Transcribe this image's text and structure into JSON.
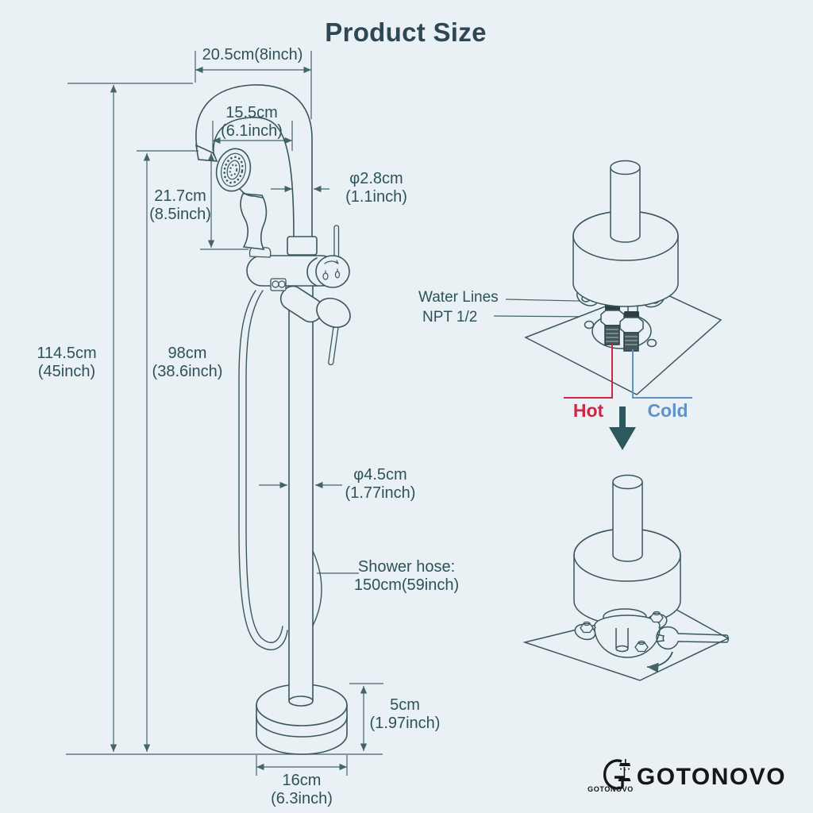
{
  "title": "Product Size",
  "labels": {
    "top_width": {
      "text": "20.5cm(8inch)"
    },
    "inner_width": {
      "line1": "15.5cm",
      "line2": "(6.1inch)"
    },
    "upper_pipe_diameter": {
      "line1": "φ2.8cm",
      "line2": "(1.1inch)"
    },
    "handshower_height": {
      "line1": "21.7cm",
      "line2": "(8.5inch)"
    },
    "total_height": {
      "line1": "114.5cm",
      "line2": "(45inch)"
    },
    "spout_height": {
      "line1": "98cm",
      "line2": "(38.6inch)"
    },
    "lower_pipe_diameter": {
      "line1": "φ4.5cm",
      "line2": "(1.77inch)"
    },
    "shower_hose": {
      "line1": "Shower hose:",
      "line2": "150cm(59inch)"
    },
    "base_height": {
      "line1": "5cm",
      "line2": "(1.97inch)"
    },
    "base_width": {
      "line1": "16cm",
      "line2": "(6.3inch)"
    }
  },
  "installation": {
    "water_lines": "Water Lines",
    "npt": "NPT 1/2",
    "hot": "Hot",
    "cold": "Cold"
  },
  "logo": {
    "small": "GOTONOVO",
    "big": "GOTONOVO"
  },
  "colors": {
    "background": "#e9f1f5",
    "line": "#3a575c",
    "dimension_line": "#45646a",
    "text": "#2f515a",
    "title": "#2d4854",
    "hot": "#cf2646",
    "cold": "#5f92c9",
    "arrow": "#2c585e",
    "logo": "#161616"
  }
}
